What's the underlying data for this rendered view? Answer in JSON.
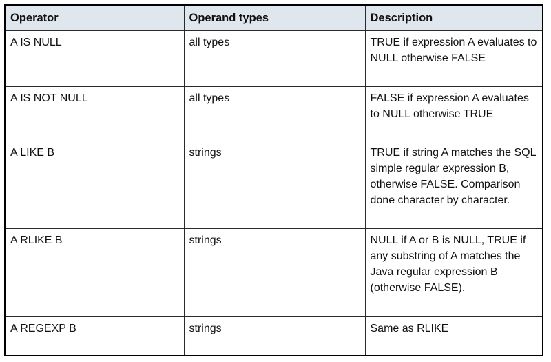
{
  "table": {
    "headers": {
      "operator": "Operator",
      "operand_types": "Operand types",
      "description": "Description"
    },
    "rows": [
      {
        "operator": "A IS NULL",
        "operand_types": "all types",
        "description": "TRUE if expression A evaluates to NULL otherwise FALSE"
      },
      {
        "operator": "A IS NOT NULL",
        "operand_types": "all types",
        "description": "FALSE if expression A evaluates to NULL otherwise TRUE"
      },
      {
        "operator": "A LIKE B",
        "operand_types": "strings",
        "description": "TRUE if string A matches the SQL simple regular expression B, otherwise FALSE. Comparison done character by character."
      },
      {
        "operator": "A RLIKE B",
        "operand_types": "strings",
        "description": "NULL if A or B is NULL, TRUE if any substring of A matches the Java regular expression B (otherwise FALSE)."
      },
      {
        "operator": "A REGEXP B",
        "operand_types": "strings",
        "description": "Same as RLIKE"
      }
    ]
  }
}
